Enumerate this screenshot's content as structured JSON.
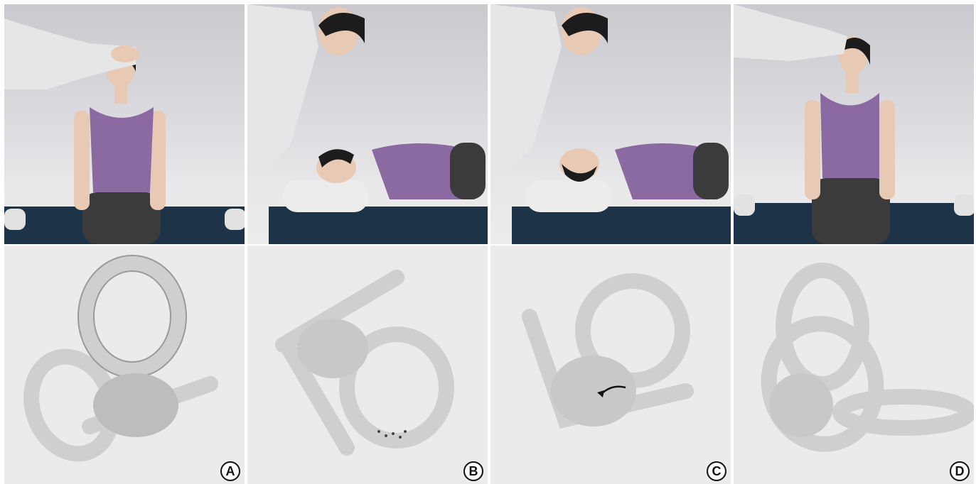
{
  "panels": [
    {
      "id": "A",
      "label": "A",
      "pose": "seated-head-turned"
    },
    {
      "id": "B",
      "label": "B",
      "pose": "side-lying"
    },
    {
      "id": "C",
      "label": "C",
      "pose": "side-lying-head-rotated"
    },
    {
      "id": "D",
      "label": "D",
      "pose": "seated-upright"
    }
  ],
  "colors": {
    "shirt": "#8a6aa0",
    "skin": "#e8c9b4",
    "hair": "#1c1c1c",
    "coat": "#e6e6e6",
    "bed": "#1d3347",
    "pants": "#3b3b3b",
    "inner_ear": "#d8d8d8"
  }
}
